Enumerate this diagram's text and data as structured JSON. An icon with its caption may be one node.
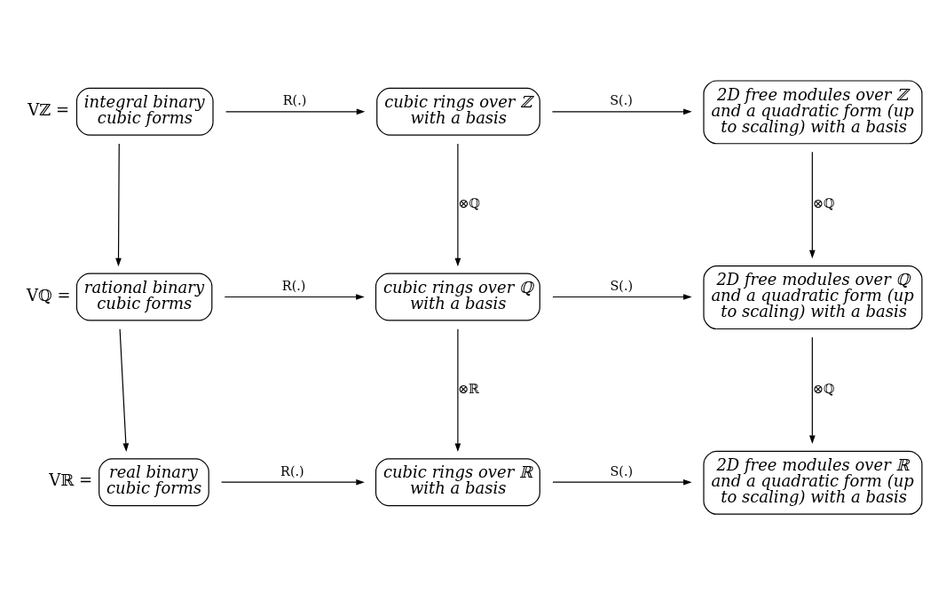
{
  "diagram": {
    "nodes": [
      {
        "text": [
          "Vℤ =",
          "integral binary cubic forms"
        ]
      },
      {
        "text": [
          "cubic rings over ℤ with a basis"
        ]
      },
      {
        "text": [
          "2D free modules over ℤ and a quadratic form (up to scaling) with a basis"
        ]
      },
      {
        "text": [
          "Vℚ =",
          "rational binary cubic forms"
        ]
      },
      {
        "text": [
          "cubic rings over ℚ with a basis"
        ]
      },
      {
        "text": [
          "2D free modules over ℚ and a quadratic form (up to scaling) with a basis"
        ]
      },
      {
        "text": [
          "Vℝ =",
          "real binary cubic forms"
        ]
      },
      {
        "text": [
          "cubic rings over ℝ with a basis"
        ]
      },
      {
        "text": [
          "2D free modules over ℝ and a quadratic form (up to scaling) with a basis"
        ]
      }
    ],
    "edges": [
      {
        "from": 0,
        "to": 1,
        "arrow": "to",
        "label": "R(.)"
      },
      {
        "from": 1,
        "to": 2,
        "arrow": "to",
        "label": "S(.)"
      },
      {
        "from": 0,
        "to": 3,
        "arrow": "to"
      },
      {
        "from": 1,
        "to": 4,
        "arrow": "to",
        "label": "⊗ℚ"
      },
      {
        "from": 2,
        "to": 5,
        "arrow": "to",
        "label": "⊗ℚ"
      },
      {
        "from": 3,
        "to": 4,
        "arrow": "to",
        "label": "R(.)"
      },
      {
        "from": 4,
        "to": 5,
        "arrow": "to",
        "label": "S(.)"
      },
      {
        "from": 3,
        "to": 6,
        "arrow": "to"
      },
      {
        "from": 4,
        "to": 7,
        "arrow": "to",
        "label": "⊗ℝ"
      },
      {
        "from": 5,
        "to": 8,
        "arrow": "to",
        "label": "⊗ℚ"
      },
      {
        "from": 6,
        "to": 7,
        "arrow": "to",
        "label": "R(.)"
      },
      {
        "from": 7,
        "to": 8,
        "arrow": "to",
        "label": "S(.)"
      }
    ]
  }
}
